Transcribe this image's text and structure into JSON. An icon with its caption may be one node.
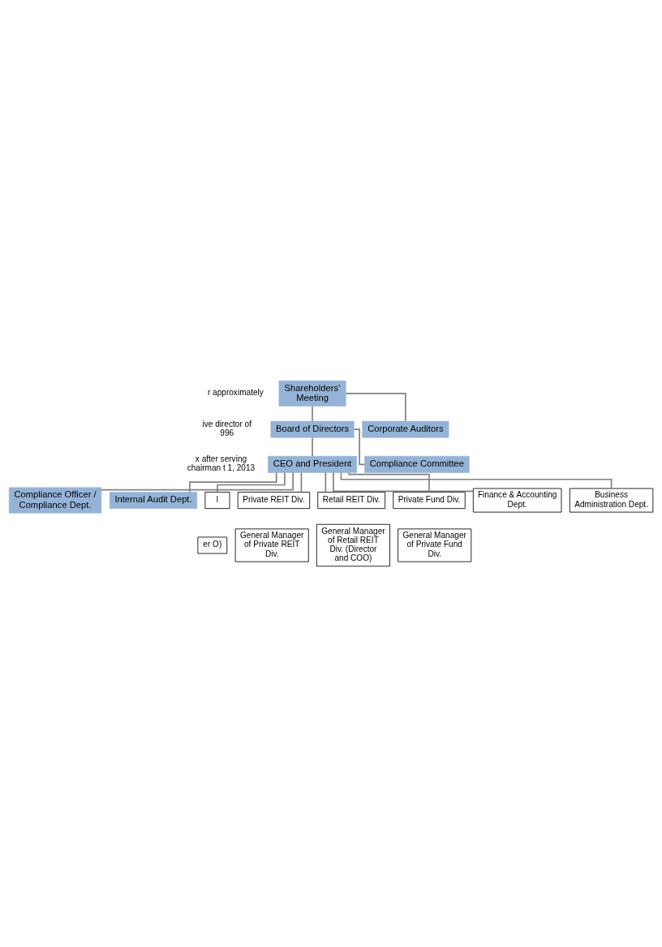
{
  "diagram": {
    "nodes": [
      {
        "text": [
          "Shareholders’ Meeting"
        ]
      },
      {
        "text": [
          "Corporate Auditors"
        ]
      },
      {
        "text": [
          "Board of Directors"
        ]
      },
      {
        "text": [
          "Compliance Committee"
        ]
      },
      {
        "text": [
          "CEO and President"
        ]
      },
      {
        "text": [
          "Compliance Officer / Compliance Dept."
        ]
      },
      {
        "text": [
          "Internal Audit Dept."
        ]
      },
      {
        "text": [
          "l"
        ]
      },
      {
        "text": [
          "Private REIT Div."
        ]
      },
      {
        "text": [
          "Retail REIT Div."
        ]
      },
      {
        "text": [
          "Private Fund Div."
        ]
      },
      {
        "text": [
          "Finance & Accounting Dept."
        ]
      },
      {
        "text": [
          "Business Administration Dept."
        ]
      },
      {
        "text": [
          "er O)"
        ]
      },
      {
        "text": [
          "General Manager of Private REIT Div."
        ]
      },
      {
        "text": [
          "General Manager of Retail REIT Div. (Director and COO)"
        ]
      },
      {
        "text": [
          "General Manager of Private Fund Div."
        ]
      }
    ],
    "edges": [
      {
        "from": 0,
        "to": 1,
        "arrow": "none"
      },
      {
        "from": 0,
        "to": 2,
        "arrow": "none"
      },
      {
        "from": 2,
        "to": 3,
        "arrow": "none"
      },
      {
        "from": 2,
        "to": 4,
        "arrow": "none"
      },
      {
        "from": 4,
        "to": 5,
        "arrow": "none"
      },
      {
        "from": 4,
        "to": 6,
        "arrow": "none"
      },
      {
        "from": 4,
        "to": 7,
        "arrow": "none"
      },
      {
        "from": 4,
        "to": 8,
        "arrow": "none"
      },
      {
        "from": 4,
        "to": 9,
        "arrow": "none"
      },
      {
        "from": 4,
        "to": 10,
        "arrow": "none"
      },
      {
        "from": 4,
        "to": 11,
        "arrow": "none"
      },
      {
        "from": 4,
        "to": 12,
        "arrow": "none"
      }
    ],
    "labels": [
      "r approximately",
      "ive director of 996",
      "x after serving chairman t 1, 2013"
    ]
  }
}
